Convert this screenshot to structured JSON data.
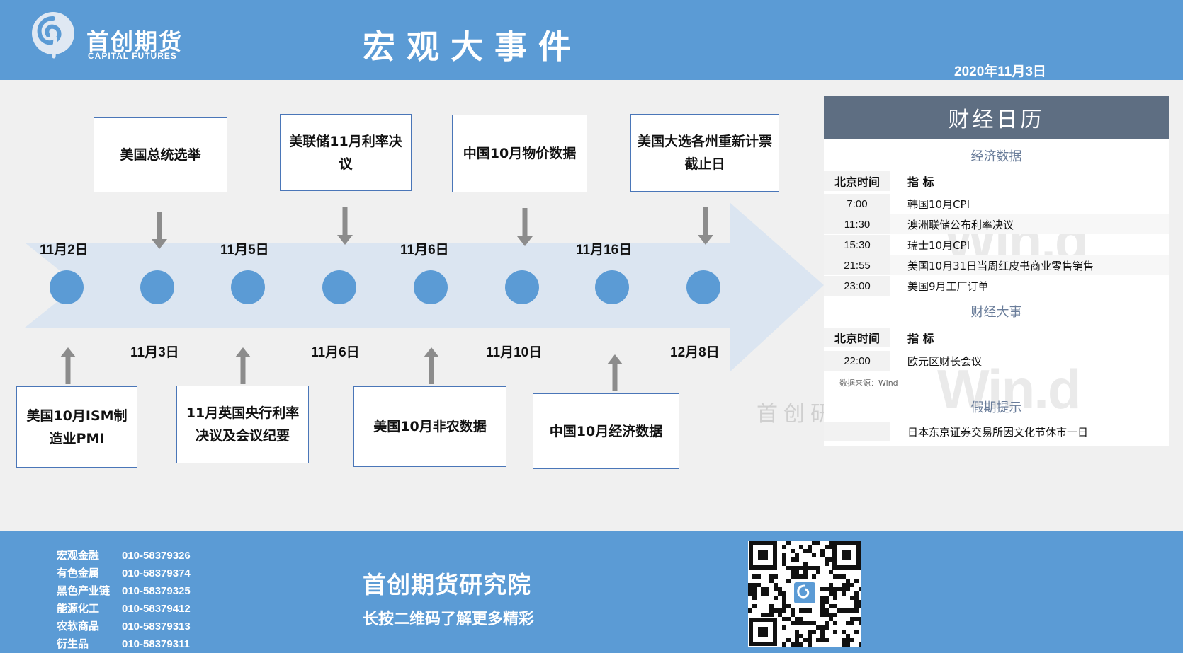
{
  "header": {
    "logo_cn": "首创期货",
    "logo_en": "CAPITAL FUTURES",
    "title": "宏观大事件",
    "date": "2020年11月3日"
  },
  "timeline": {
    "top_events": [
      "美国总统选举",
      "美联储11月利率决议",
      "中国10月物价数据",
      "美国大选各州重新计票截止日"
    ],
    "top_dates": [
      "11月2日",
      "11月5日",
      "11月6日",
      "11月16日"
    ],
    "bottom_dates": [
      "11月3日",
      "11月6日",
      "11月10日",
      "12月8日"
    ],
    "bottom_events": [
      "美国10月ISM制造业PMI",
      "11月英国央行利率决议及会议纪要",
      "美国10月非农数据",
      "中国10月经济数据"
    ]
  },
  "calendar": {
    "title": "财经日历",
    "sec_econ": "经济数据",
    "head_time": "北京时间",
    "head_item": "指  标",
    "econ_rows": [
      {
        "time": "7:00",
        "item": "韩国10月CPI"
      },
      {
        "time": "11:30",
        "item": "澳洲联储公布利率决议"
      },
      {
        "time": "15:30",
        "item": "瑞士10月CPI"
      },
      {
        "time": "21:55",
        "item": "美国10月31日当周红皮书商业零售销售"
      },
      {
        "time": "23:00",
        "item": "美国9月工厂订单"
      }
    ],
    "sec_events": "财经大事",
    "event_rows": [
      {
        "time": "22:00",
        "item": "欧元区财长会议"
      }
    ],
    "source": "数据来源：Wind",
    "sec_holiday": "假期提示",
    "holiday_rows": [
      {
        "time": "",
        "item": "日本东京证券交易所因文化节休市一日"
      }
    ],
    "watermark": "Win.d",
    "shouchuang_watermark": "首创研"
  },
  "footer": {
    "contacts": [
      {
        "dept": "宏观金融",
        "phone": "010-58379326"
      },
      {
        "dept": "有色金属",
        "phone": "010-58379374"
      },
      {
        "dept": "黑色产业链",
        "phone": "010-58379325"
      },
      {
        "dept": "能源化工",
        "phone": "010-58379412"
      },
      {
        "dept": "农软商品",
        "phone": "010-58379313"
      },
      {
        "dept": "衍生品",
        "phone": "010-58379311"
      }
    ],
    "institute": "首创期货研究院",
    "slogan": "长按二维码了解更多精彩"
  },
  "colors": {
    "header_bg": "#5b9bd5",
    "arrow_fill": "#dbe5f1",
    "node_fill": "#5b9bd5",
    "calendar_title_bg": "#5e6e82"
  }
}
